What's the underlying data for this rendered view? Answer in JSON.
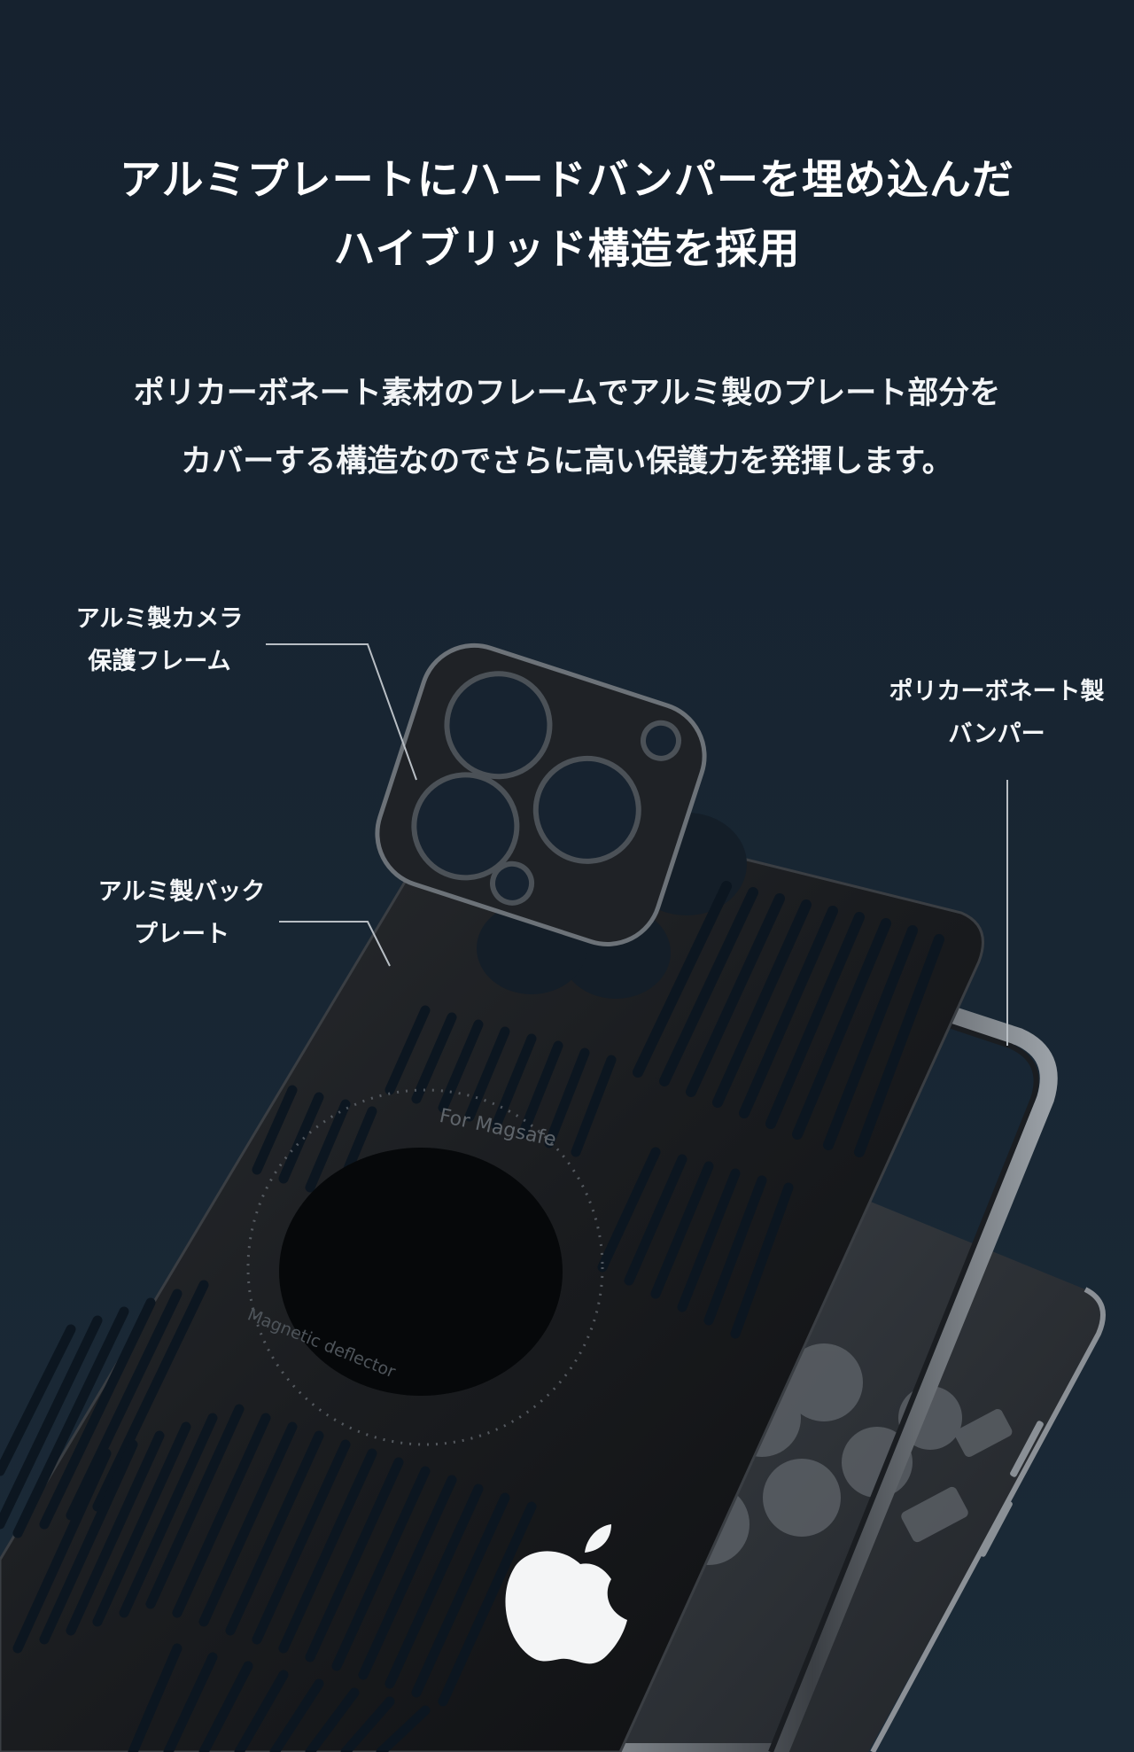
{
  "headline": {
    "line1": "アルミプレートにハードバンパーを埋め込んだ",
    "line2": "ハイブリッド構造を採用"
  },
  "subcopy": {
    "line1": "ポリカーボネート素材のフレームでアルミ製のプレート部分を",
    "line2": "カバーする構造なのでさらに高い保護力を発揮します。"
  },
  "callouts": {
    "camera_frame": {
      "line1": "アルミ製カメラ",
      "line2": "保護フレーム"
    },
    "back_plate": {
      "line1": "アルミ製バック",
      "line2": "プレート"
    },
    "bumper": {
      "line1": "ポリカーボネート製",
      "line2": "バンパー"
    }
  },
  "plate_text": {
    "for_magsafe": "For Magsafe",
    "magnetic": "Magnetic deflector"
  },
  "icons": {
    "logo": "apple-logo-icon"
  },
  "colors": {
    "background": "#16222e",
    "plate": "#1a1c1f",
    "bumper": "#2a2d31",
    "text": "#ffffff"
  }
}
